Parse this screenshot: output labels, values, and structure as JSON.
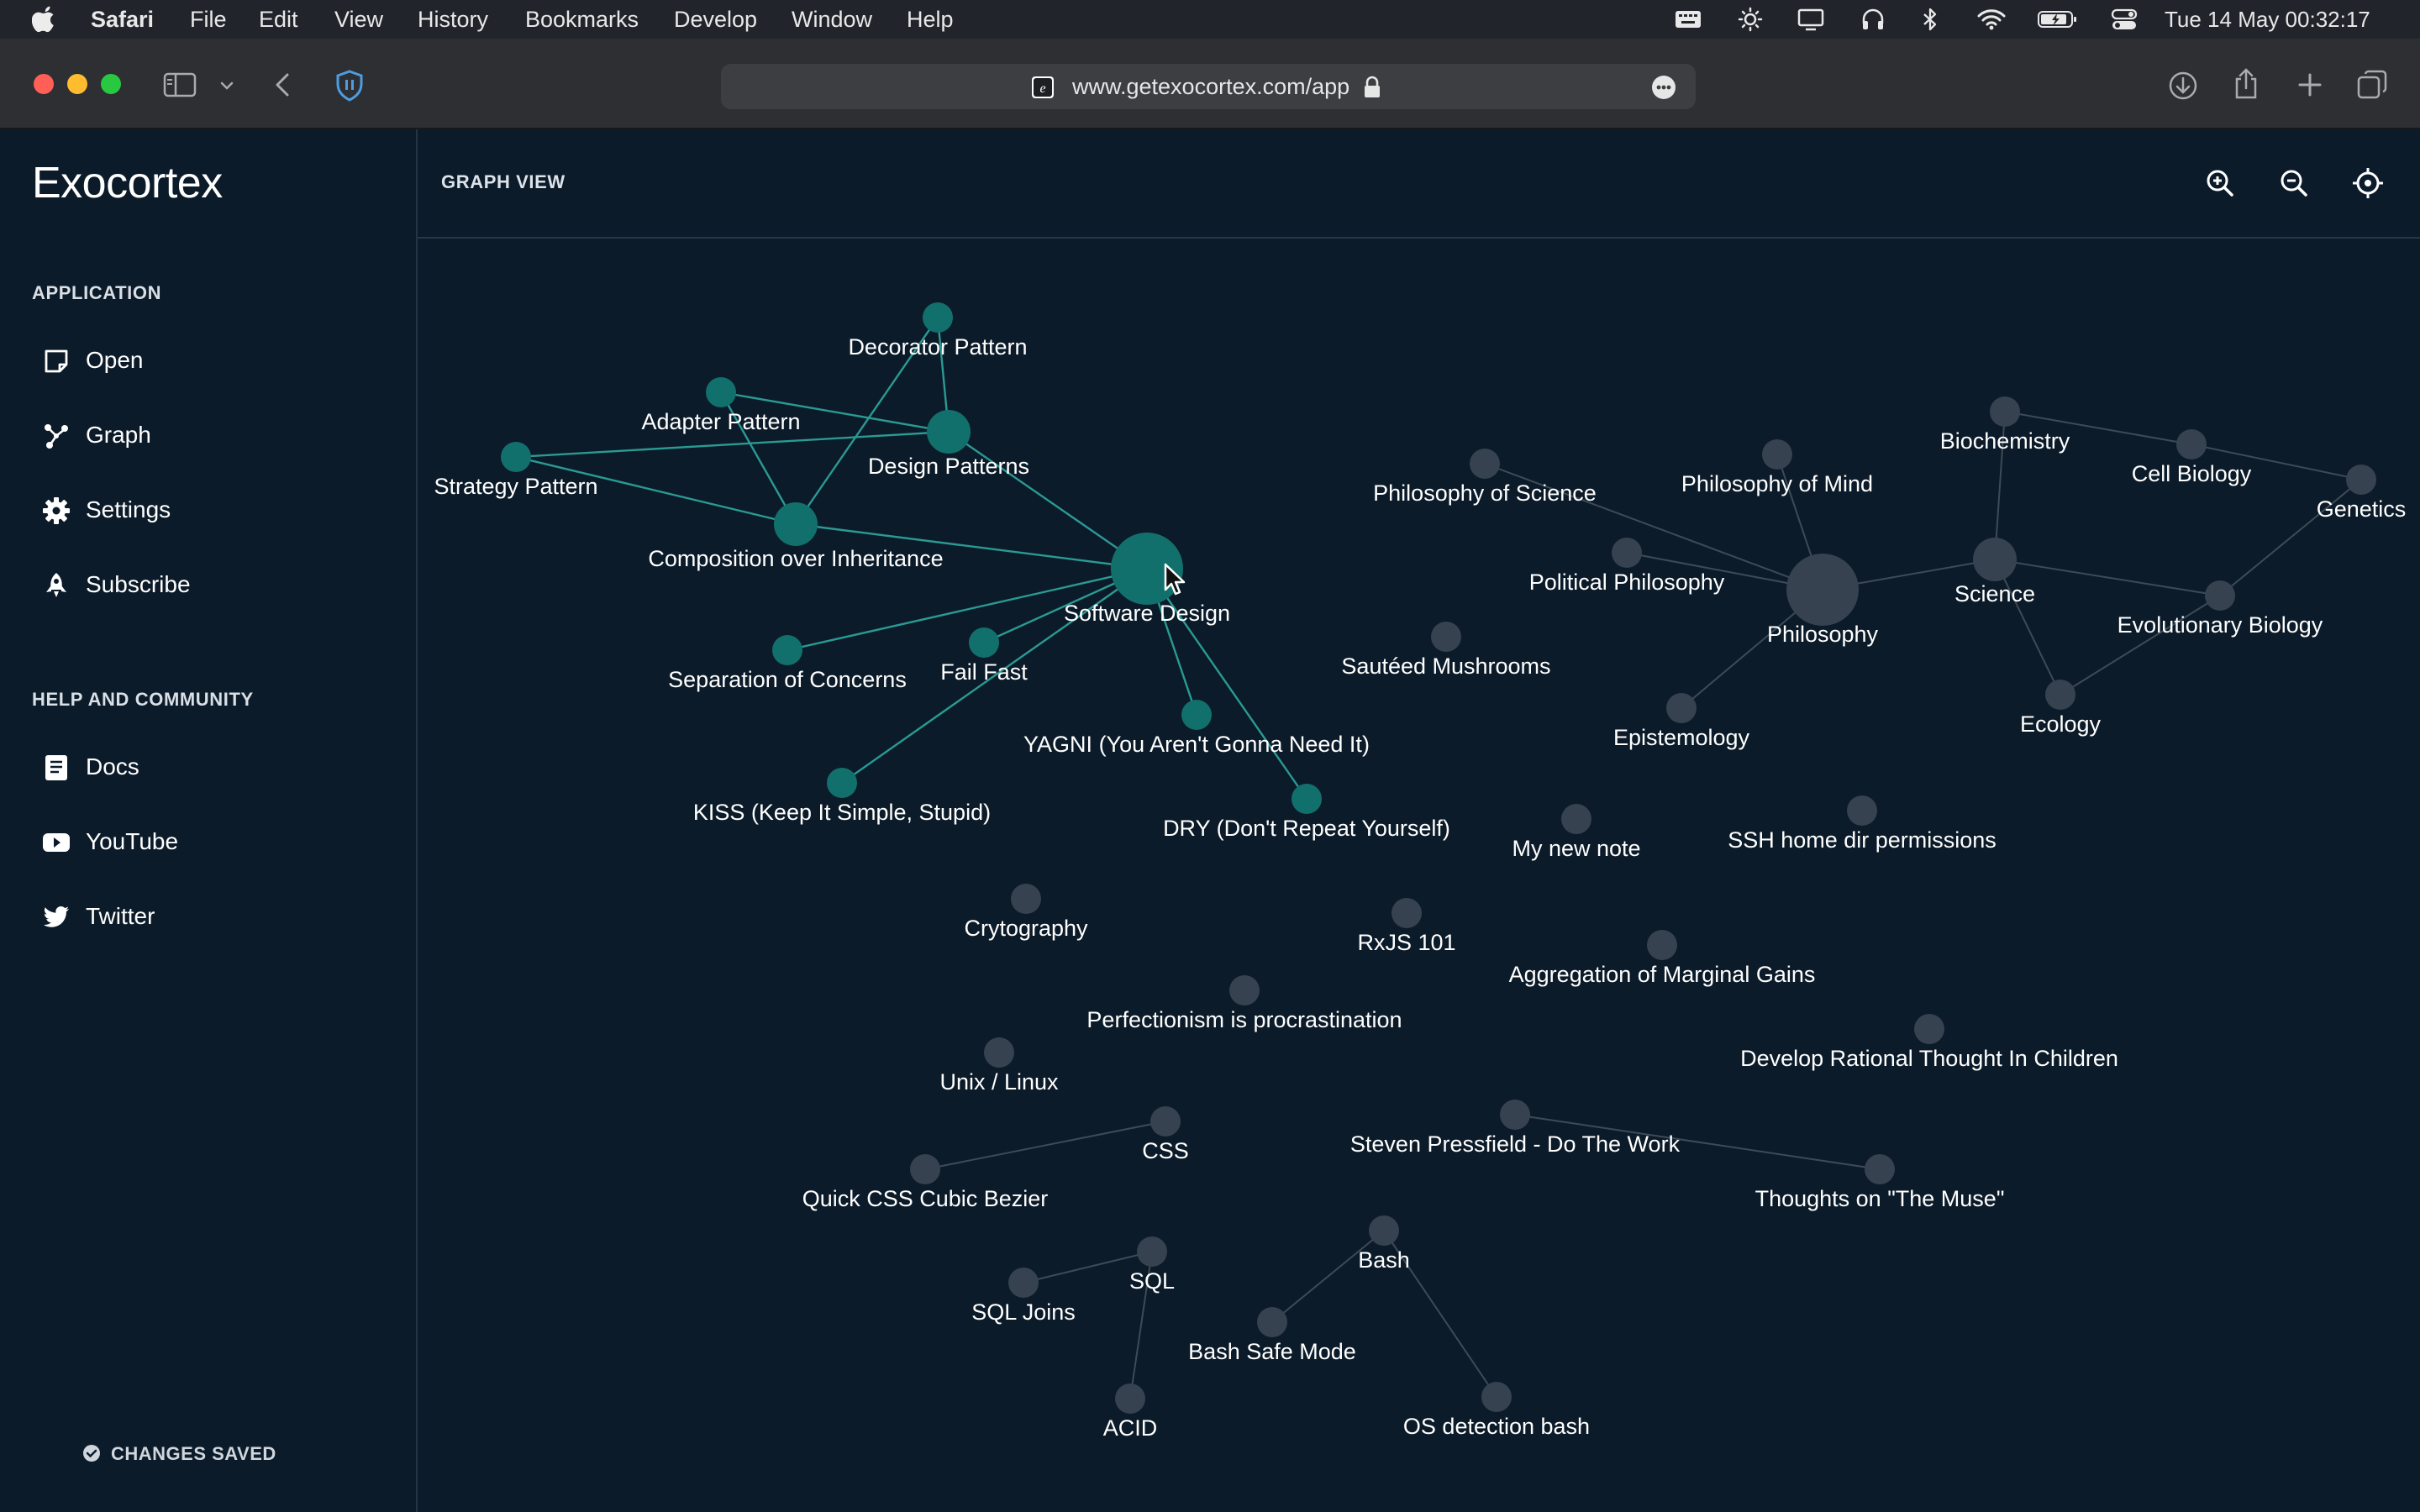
{
  "menubar": {
    "app": "Safari",
    "menus": [
      "File",
      "Edit",
      "View",
      "History",
      "Bookmarks",
      "Develop",
      "Window",
      "Help"
    ],
    "clock": "Tue 14 May  00:32:17"
  },
  "browser": {
    "url": "www.getexocortex.com/app"
  },
  "sidebar": {
    "brand": "Exocortex",
    "application_heading": "APPLICATION",
    "application_items": [
      {
        "label": "Open",
        "icon": "open-note-icon"
      },
      {
        "label": "Graph",
        "icon": "graph-icon"
      },
      {
        "label": "Settings",
        "icon": "gear-icon"
      },
      {
        "label": "Subscribe",
        "icon": "rocket-icon"
      }
    ],
    "help_heading": "HELP AND COMMUNITY",
    "help_items": [
      {
        "label": "Docs",
        "icon": "docs-icon"
      },
      {
        "label": "YouTube",
        "icon": "youtube-icon"
      },
      {
        "label": "Twitter",
        "icon": "twitter-icon"
      }
    ],
    "status": "CHANGES SAVED"
  },
  "main": {
    "title": "GRAPH VIEW",
    "actions": [
      "zoom-in-icon",
      "zoom-out-icon",
      "recenter-icon"
    ]
  },
  "graph": {
    "colors": {
      "background": "#0c1b29",
      "node_default": "#36424f",
      "node_active": "#12706c",
      "edge_default": "#3d4b57",
      "edge_active": "#2a9a94",
      "label": "#ffffff"
    },
    "nodes": [
      {
        "id": "decorator",
        "label": "Decorator Pattern",
        "size": "small",
        "active": true
      },
      {
        "id": "adapter",
        "label": "Adapter Pattern",
        "size": "small",
        "active": true
      },
      {
        "id": "designpatterns",
        "label": "Design Patterns",
        "size": "medium",
        "active": true
      },
      {
        "id": "strategy",
        "label": "Strategy Pattern",
        "size": "small",
        "active": true
      },
      {
        "id": "composition",
        "label": "Composition over Inheritance",
        "size": "medium",
        "active": true
      },
      {
        "id": "software",
        "label": "Software Design",
        "size": "large",
        "active": true
      },
      {
        "id": "soc",
        "label": "Separation of Concerns",
        "size": "small",
        "active": true
      },
      {
        "id": "failfast",
        "label": "Fail Fast",
        "size": "small",
        "active": true
      },
      {
        "id": "yagni",
        "label": "YAGNI (You Aren't Gonna Need It)",
        "size": "small",
        "active": true
      },
      {
        "id": "kiss",
        "label": "KISS (Keep It Simple, Stupid)",
        "size": "small",
        "active": true
      },
      {
        "id": "dry",
        "label": "DRY (Don't Repeat Yourself)",
        "size": "small",
        "active": true
      },
      {
        "id": "philsci",
        "label": "Philosophy of Science",
        "size": "small",
        "active": false
      },
      {
        "id": "philmind",
        "label": "Philosophy of Mind",
        "size": "small",
        "active": false
      },
      {
        "id": "polphil",
        "label": "Political Philosophy",
        "size": "small",
        "active": false
      },
      {
        "id": "philosophy",
        "label": "Philosophy",
        "size": "large",
        "active": false
      },
      {
        "id": "epistemology",
        "label": "Epistemology",
        "size": "small",
        "active": false
      },
      {
        "id": "science",
        "label": "Science",
        "size": "medium",
        "active": false
      },
      {
        "id": "biochem",
        "label": "Biochemistry",
        "size": "small",
        "active": false
      },
      {
        "id": "cellbio",
        "label": "Cell Biology",
        "size": "small",
        "active": false
      },
      {
        "id": "genetics",
        "label": "Genetics",
        "size": "small",
        "active": false
      },
      {
        "id": "evobio",
        "label": "Evolutionary Biology",
        "size": "small",
        "active": false
      },
      {
        "id": "ecology",
        "label": "Ecology",
        "size": "small",
        "active": false
      },
      {
        "id": "mushrooms",
        "label": "Sautéed Mushrooms",
        "size": "small",
        "active": false
      },
      {
        "id": "mynote",
        "label": "My new note",
        "size": "small",
        "active": false
      },
      {
        "id": "ssh",
        "label": "SSH home dir permissions",
        "size": "small",
        "active": false
      },
      {
        "id": "crypto",
        "label": "Crytography",
        "size": "small",
        "active": false
      },
      {
        "id": "rxjs",
        "label": "RxJS 101",
        "size": "small",
        "active": false
      },
      {
        "id": "aggregation",
        "label": "Aggregation of Marginal Gains",
        "size": "small",
        "active": false
      },
      {
        "id": "perfection",
        "label": "Perfectionism is procrastination",
        "size": "small",
        "active": false
      },
      {
        "id": "rational",
        "label": "Develop Rational Thought In Children",
        "size": "small",
        "active": false
      },
      {
        "id": "unix",
        "label": "Unix / Linux",
        "size": "small",
        "active": false
      },
      {
        "id": "css",
        "label": "CSS",
        "size": "small",
        "active": false
      },
      {
        "id": "cubic",
        "label": "Quick CSS Cubic Bezier",
        "size": "small",
        "active": false
      },
      {
        "id": "pressfield",
        "label": "Steven Pressfield - Do The Work",
        "size": "small",
        "active": false
      },
      {
        "id": "muse",
        "label": "Thoughts on \"The Muse\"",
        "size": "small",
        "active": false
      },
      {
        "id": "sql",
        "label": "SQL",
        "size": "small",
        "active": false
      },
      {
        "id": "sqljoins",
        "label": "SQL Joins",
        "size": "small",
        "active": false
      },
      {
        "id": "acid",
        "label": "ACID",
        "size": "small",
        "active": false
      },
      {
        "id": "bash",
        "label": "Bash",
        "size": "small",
        "active": false
      },
      {
        "id": "bashsafe",
        "label": "Bash Safe Mode",
        "size": "small",
        "active": false
      },
      {
        "id": "osdetect",
        "label": "OS detection bash",
        "size": "small",
        "active": false
      }
    ],
    "edges": [
      [
        "decorator",
        "designpatterns"
      ],
      [
        "decorator",
        "composition"
      ],
      [
        "adapter",
        "designpatterns"
      ],
      [
        "adapter",
        "composition"
      ],
      [
        "strategy",
        "designpatterns"
      ],
      [
        "strategy",
        "composition"
      ],
      [
        "designpatterns",
        "software"
      ],
      [
        "composition",
        "software"
      ],
      [
        "soc",
        "software"
      ],
      [
        "failfast",
        "software"
      ],
      [
        "yagni",
        "software"
      ],
      [
        "kiss",
        "software"
      ],
      [
        "dry",
        "software"
      ],
      [
        "philsci",
        "philosophy"
      ],
      [
        "philmind",
        "philosophy"
      ],
      [
        "polphil",
        "philosophy"
      ],
      [
        "epistemology",
        "philosophy"
      ],
      [
        "philosophy",
        "science"
      ],
      [
        "biochem",
        "science"
      ],
      [
        "evobio",
        "science"
      ],
      [
        "cellbio",
        "biochem"
      ],
      [
        "cellbio",
        "genetics"
      ],
      [
        "genetics",
        "evobio"
      ],
      [
        "evobio",
        "ecology"
      ],
      [
        "ecology",
        "science"
      ],
      [
        "cubic",
        "css"
      ],
      [
        "sqljoins",
        "sql"
      ],
      [
        "acid",
        "sql"
      ],
      [
        "bashsafe",
        "bash"
      ],
      [
        "osdetect",
        "bash"
      ],
      [
        "muse",
        "pressfield"
      ]
    ]
  }
}
